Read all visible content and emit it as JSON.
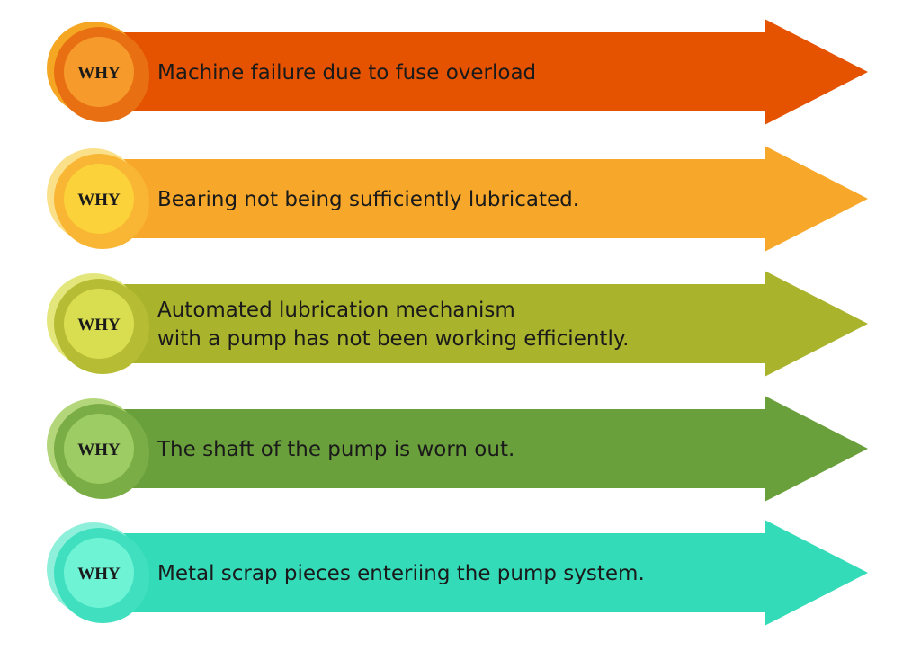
{
  "rows": [
    {
      "badge": "WHY",
      "lines": [
        "Machine failure due to fuse overload"
      ],
      "colors": {
        "arrow": "#e55300",
        "circle_outer": "#f5a623",
        "circle_back": "#e87012",
        "circle_inner": "#f69a2c",
        "text": "#1a1a1a"
      }
    },
    {
      "badge": "WHY",
      "lines": [
        "Bearing not being sufficiently lubricated."
      ],
      "colors": {
        "arrow": "#f7a82a",
        "circle_outer": "#fbe08a",
        "circle_back": "#f9b534",
        "circle_inner": "#fbd23a",
        "text": "#1a1a1a"
      }
    },
    {
      "badge": "WHY",
      "lines": [
        "Automated lubrication mechanism",
        "with a pump has not been working efficiently."
      ],
      "colors": {
        "arrow": "#aab32c",
        "circle_outer": "#e3e67a",
        "circle_back": "#b6bc33",
        "circle_inner": "#d8de4f",
        "text": "#1a1a1a"
      }
    },
    {
      "badge": "WHY",
      "lines": [
        "The shaft of the pump is worn out."
      ],
      "colors": {
        "arrow": "#6aa03b",
        "circle_outer": "#b4d67a",
        "circle_back": "#7aad45",
        "circle_inner": "#9ccc63",
        "text": "#1a1a1a"
      }
    },
    {
      "badge": "WHY",
      "lines": [
        "Metal scrap pieces enteriing the pump system."
      ],
      "colors": {
        "arrow": "#34dbb8",
        "circle_outer": "#8ef0da",
        "circle_back": "#40dfbf",
        "circle_inner": "#6ef4d4",
        "text": "#1a1a1a"
      }
    }
  ]
}
